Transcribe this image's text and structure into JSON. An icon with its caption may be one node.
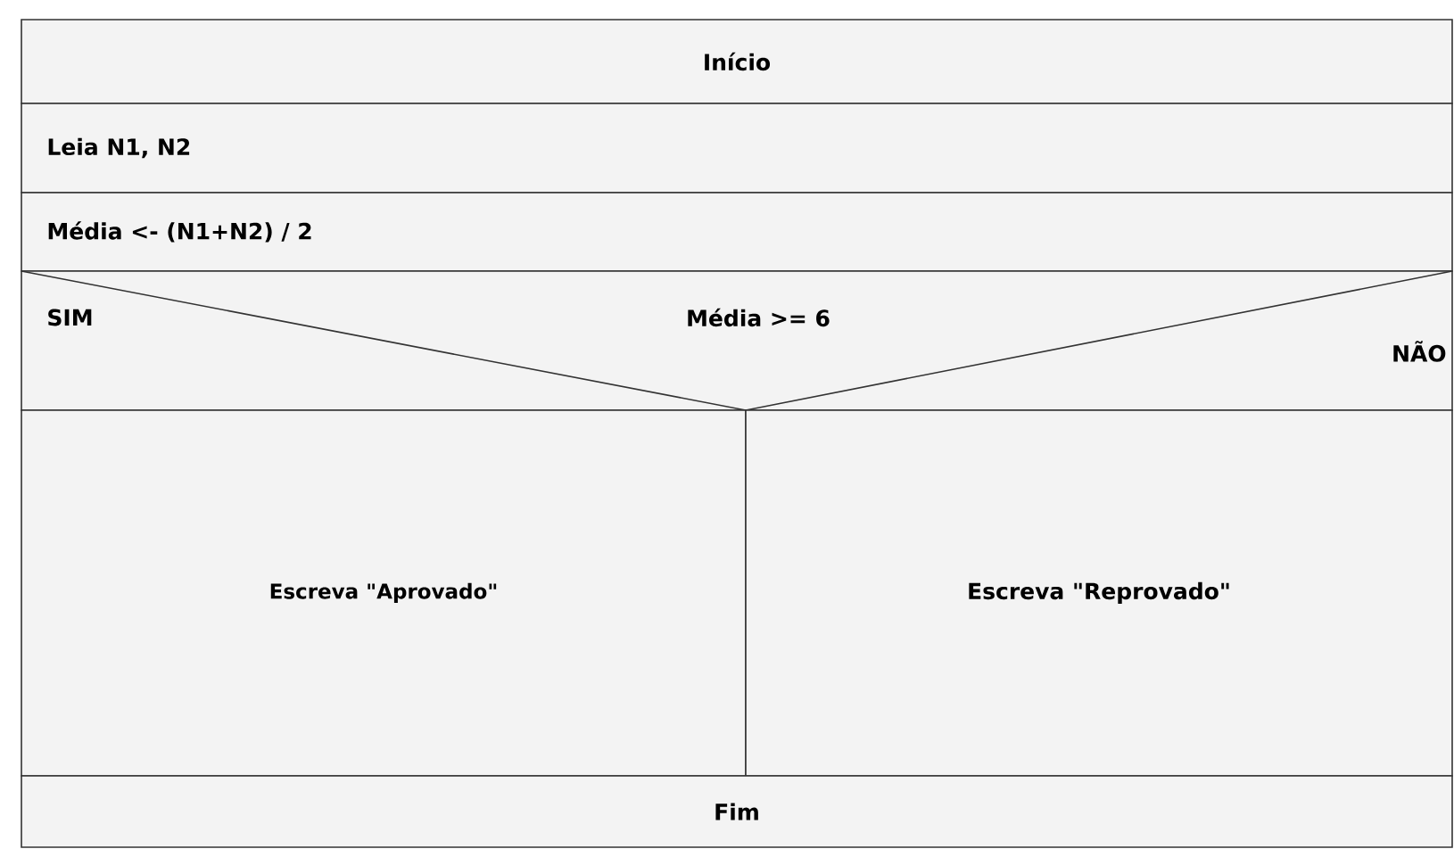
{
  "diagram": {
    "nodes": [
      {
        "text": [
          "Início"
        ]
      },
      {
        "text": [
          "Leia N1, N2"
        ]
      },
      {
        "text": [
          "Média <- (N1+N2) / 2"
        ]
      },
      {
        "text": [
          "SIM",
          "Média >= 6",
          "NÃO"
        ]
      },
      {
        "text": [
          "Escreva \"Aprovado\""
        ]
      },
      {
        "text": [
          "Escreva \"Reprovado\""
        ]
      },
      {
        "text": [
          "Fim"
        ]
      }
    ]
  }
}
